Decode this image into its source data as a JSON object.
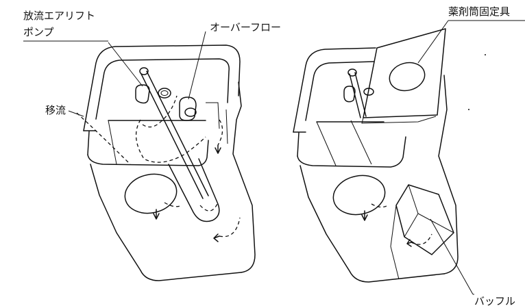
{
  "labels": {
    "pump_line1": "放流エアリフト",
    "pump_line2": "ポンプ",
    "overflow": "オーバーフロー",
    "migration": "移流",
    "holder": "薬剤筒固定具",
    "baffle": "バッフル"
  },
  "colors": {
    "line": "#111111",
    "background": "#ffffff"
  }
}
